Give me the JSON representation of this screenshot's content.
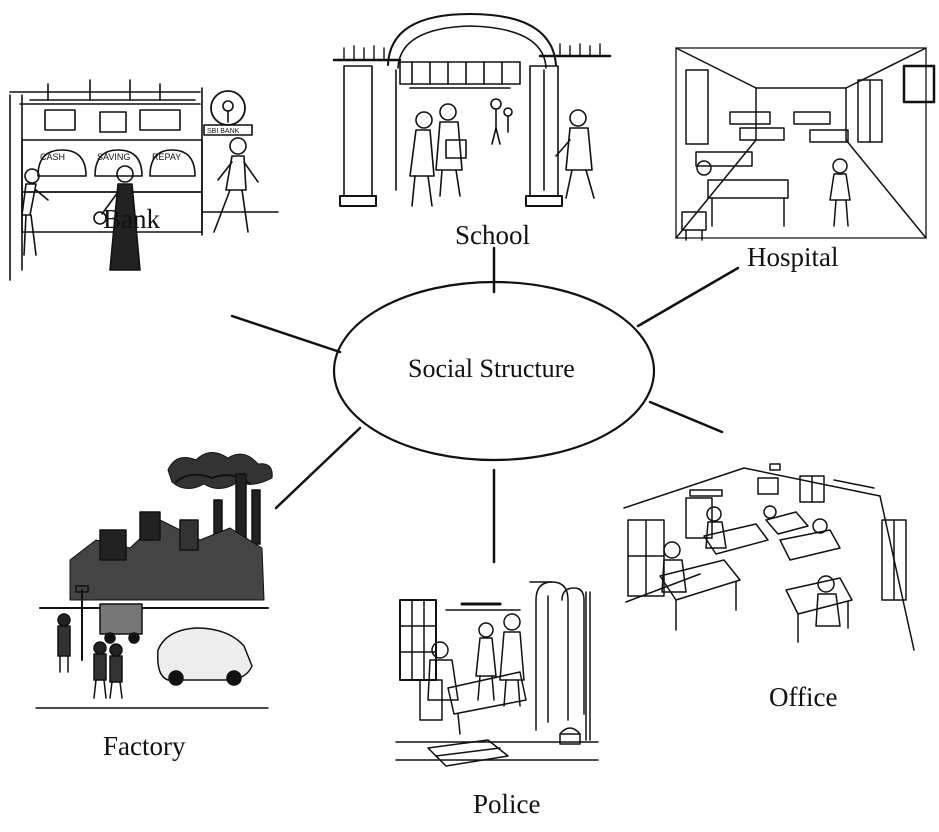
{
  "diagram": {
    "center": {
      "label": "Social Structure"
    },
    "nodes": [
      {
        "id": "bank",
        "label": "Bank",
        "illustration": "bank-illustration"
      },
      {
        "id": "school",
        "label": "School",
        "illustration": "school-illustration"
      },
      {
        "id": "hospital",
        "label": "Hospital",
        "illustration": "hospital-illustration"
      },
      {
        "id": "office",
        "label": "Office",
        "illustration": "office-illustration"
      },
      {
        "id": "police",
        "label": "Police",
        "illustration": "police-illustration"
      },
      {
        "id": "factory",
        "label": "Factory",
        "illustration": "factory-illustration"
      }
    ],
    "bank_window_signs": [
      "CASH",
      "SAVING",
      "REPAY"
    ],
    "bank_emblem_text": "SBI BANK"
  }
}
